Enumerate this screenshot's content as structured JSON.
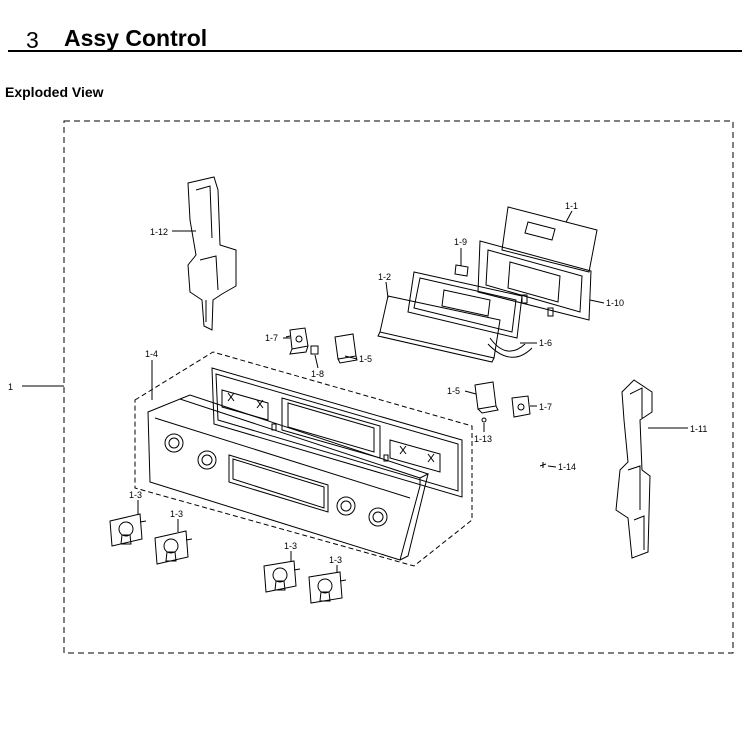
{
  "header": {
    "section_number": "3",
    "section_title": "Assy Control"
  },
  "subtitle": "Exploded View",
  "callouts": {
    "c1": "1",
    "c1_1": "1-1",
    "c1_2": "1-2",
    "c1_3a": "1-3",
    "c1_3b": "1-3",
    "c1_3c": "1-3",
    "c1_3d": "1-3",
    "c1_4": "1-4",
    "c1_5a": "1-5",
    "c1_5b": "1-5",
    "c1_6": "1-6",
    "c1_7a": "1-7",
    "c1_7b": "1-7",
    "c1_8": "1-8",
    "c1_9": "1-9",
    "c1_10": "1-10",
    "c1_11": "1-11",
    "c1_12": "1-12",
    "c1_13": "1-13",
    "c1_14": "1-14"
  }
}
